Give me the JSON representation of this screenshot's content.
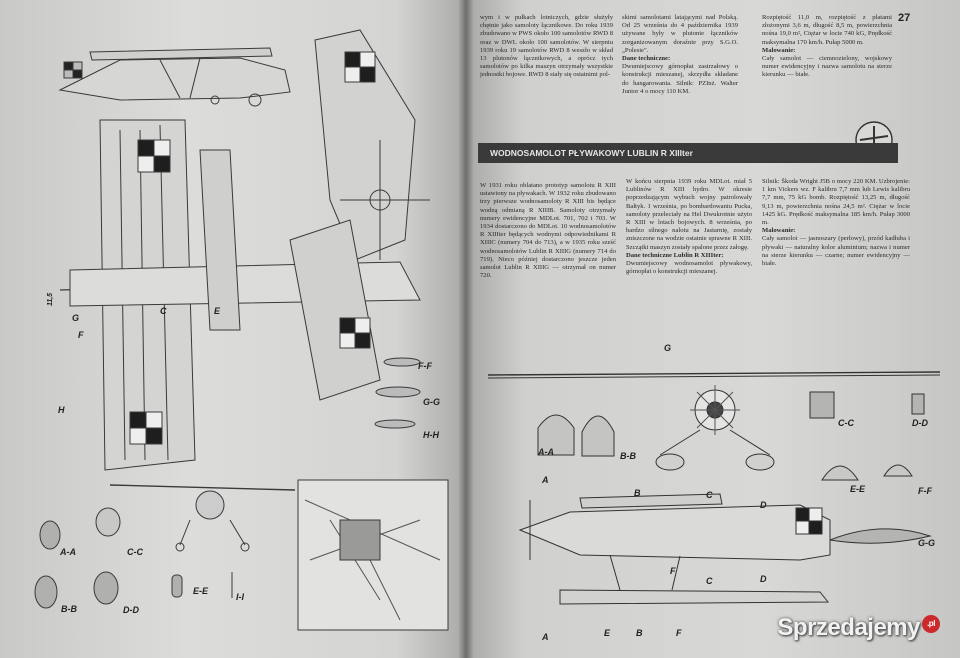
{
  "page_number": "27",
  "section_title": "WODNOSAMOLOT PŁYWAKOWY LUBLIN R XIIIter",
  "top_text": {
    "col1": "wym i w pułkach lotniczych, gdzie służyły chętnie jako samoloty łącznikowe. Do roku 1939 zbudowano w PWS około 100 samolotów RWD 8 oraz w DWL około 100 samolotów. W sierpniu 1939 roku 19 samolotów RWD 8 weszło w skład 13 plutonów łącznikowych, a oprócz tych samolotów po kilka maszyn otrzymały wszystkie jednostki bojowe. RWD 8 stały się ostatnimi pol-",
    "col2": "skimi samolotami latającymi nad Polską. Od 25 września do 4 października 1939 używane były w plutonie łączników zorganizowanym doraźnie przy S.G.O. „Polesie\".",
    "col2_heading": "Dane techniczne:",
    "col2_rest": "Dwumiejscowy górnopłat zastrzałowy o konstrukcji mieszanej, skrzydła składane do hangarowania. Silnik: PZInż. Walter Junior 4 o mocy 110 KM.",
    "col3": "Rozpiętość 11,0 m, rozpiętość z płatami złożonymi 3,6 m, długość 8,5 m, powierzchnia nośna 19,0 m², Ciężar w locie 740 kG, Prędkość maksymalna 170 km/h. Pułap 5000 m.",
    "col3_heading": "Malowanie:",
    "col3_rest": "Cały samolot — ciemnozielony, wojskowy numer ewidencyjny i nazwa samolotu na sterze kierunku — białe."
  },
  "body_text": {
    "col1": "W 1931 roku oblatano prototyp samolotu R XIII ustawiony na pływakach. W 1932 roku zbudowano trzy pierwsze wodnosamoloty R XIII bis będące wodną odmianą R XIIIB. Samoloty otrzymały numery ewidencyjne MDLot. 701, 702 i 703. W 1934 dostarczono do MDLot. 10 wodnosamolotów R XIIIter będących wodnymi odpowiednikami R XIIIC (numery 704 do 713), a w 1935 roku sześć wodnosamolotów Lublin R XIIIG (numery 714 do 719). Nieco później dostarczono jeszcze jeden samolot Lublin R XIIIG — otrzymał on numer 720.",
    "col2": "W końcu sierpnia 1939 roku MDLot. miał 5 Lublinów R XIII hydro. W okresie poprzedzającym wybuch wojny patrolowały Bałtyk. 1 września, po bombardowaniu Pucka, samoloty przeleciały na Hel Dwukrotnie użyto R XIII w lotach bojowych. 8 września, po bardzo silnego nalotu na Jastarnię, zostały zniszczone na wodzie ostatnie sprawne R XIII. Szczątki maszyn zostały spalone przez załogę.",
    "col2_heading": "Dane techniczne Lublin R XIIIter:",
    "col2_rest": "Dwumiejscowy wodnosamolot pływakowy, górnopłat o konstrukcji mieszanej.",
    "col3": "Silnik: Škoda Wright J5B o mocy 220 KM. Uzbrojenie: 1 km Vickers wz. F kalibru 7,7 mm lub Lewis kalibru 7,7 mm, 75 kG bomb. Rozpiętość 13,25 m, długość 9,13 m, powierzchnia nośna 24,5 m². Ciężar w locie 1425 kG. Prędkość maksymalna 185 km/h. Pułap 3000 m.",
    "col3_heading": "Malowanie:",
    "col3_rest": "Cały samolot — jasnoszary (perłowy), przód kadłuba i pływaki — naturalny kolor aluminium; nazwa i numer na sterze kierunku — czarne; numer ewidencyjny — białe."
  },
  "left_labels": {
    "f_f": "F-F",
    "g_g": "G-G",
    "h_h": "H-H",
    "a_a": "A-A",
    "c_c": "C-C",
    "b_b": "B-B",
    "d_d": "D-D",
    "e_e": "E-E",
    "i_i": "I-I",
    "h": "H",
    "g": "G",
    "f": "F",
    "c": "C",
    "e": "E",
    "scale": "11,5"
  },
  "right_labels": {
    "g": "G",
    "a_a": "A-A",
    "b_b": "B-B",
    "c_c": "C-C",
    "d_d": "D-D",
    "e_e": "E-E",
    "f_f": "F-F",
    "g_g": "G-G",
    "a": "A",
    "b": "B",
    "c": "C",
    "d": "D",
    "e": "E",
    "f": "F"
  },
  "watermark": {
    "brand": "Sprzedajemy",
    "tld": ".pl"
  },
  "colors": {
    "ink": "#2a2a2a",
    "banner": "#3a3a3a",
    "paper": "#d6d6d4",
    "watermark_dot": "#cc2a2a"
  }
}
